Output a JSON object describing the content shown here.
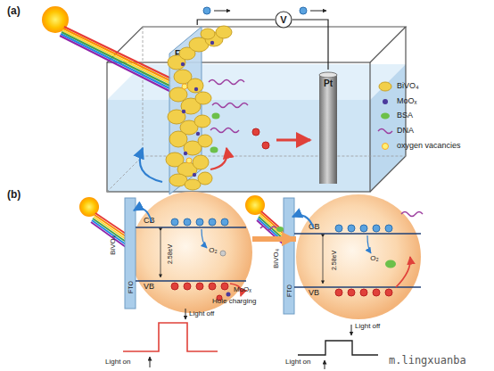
{
  "diagram": {
    "nodes": [
      {
        "text": [
          "FTO"
        ]
      },
      {
        "text": [
          "V"
        ]
      },
      {
        "text": [
          "Pt"
        ]
      },
      {
        "text": [
          "FTO"
        ]
      },
      {
        "text": [
          "CB",
          "2.58eV",
          "BiVO₄",
          "O₂",
          "VB"
        ]
      },
      {
        "text": [
          "FTO"
        ]
      },
      {
        "text": [
          "CB",
          "2.58eV",
          "BiVO₄",
          "O₂",
          "VB"
        ]
      }
    ],
    "edges": [
      {
        "from": 0,
        "to": 1,
        "arrow": "none"
      },
      {
        "from": 1,
        "to": 2,
        "arrow": "none"
      },
      {
        "from": 4,
        "to": 6,
        "arrow": "to"
      }
    ],
    "labels": [
      "(a)",
      "(b)",
      "MoOₓ",
      "Hole charging",
      "Light off",
      "Light on",
      "Light off",
      "Light on",
      "m.lingxuanba"
    ],
    "legend": [
      {
        "text": "BiVO₄"
      },
      {
        "text": "MoOₓ"
      },
      {
        "text": "BSA"
      },
      {
        "text": "DNA"
      },
      {
        "text": "oxygen vacancies"
      }
    ]
  }
}
